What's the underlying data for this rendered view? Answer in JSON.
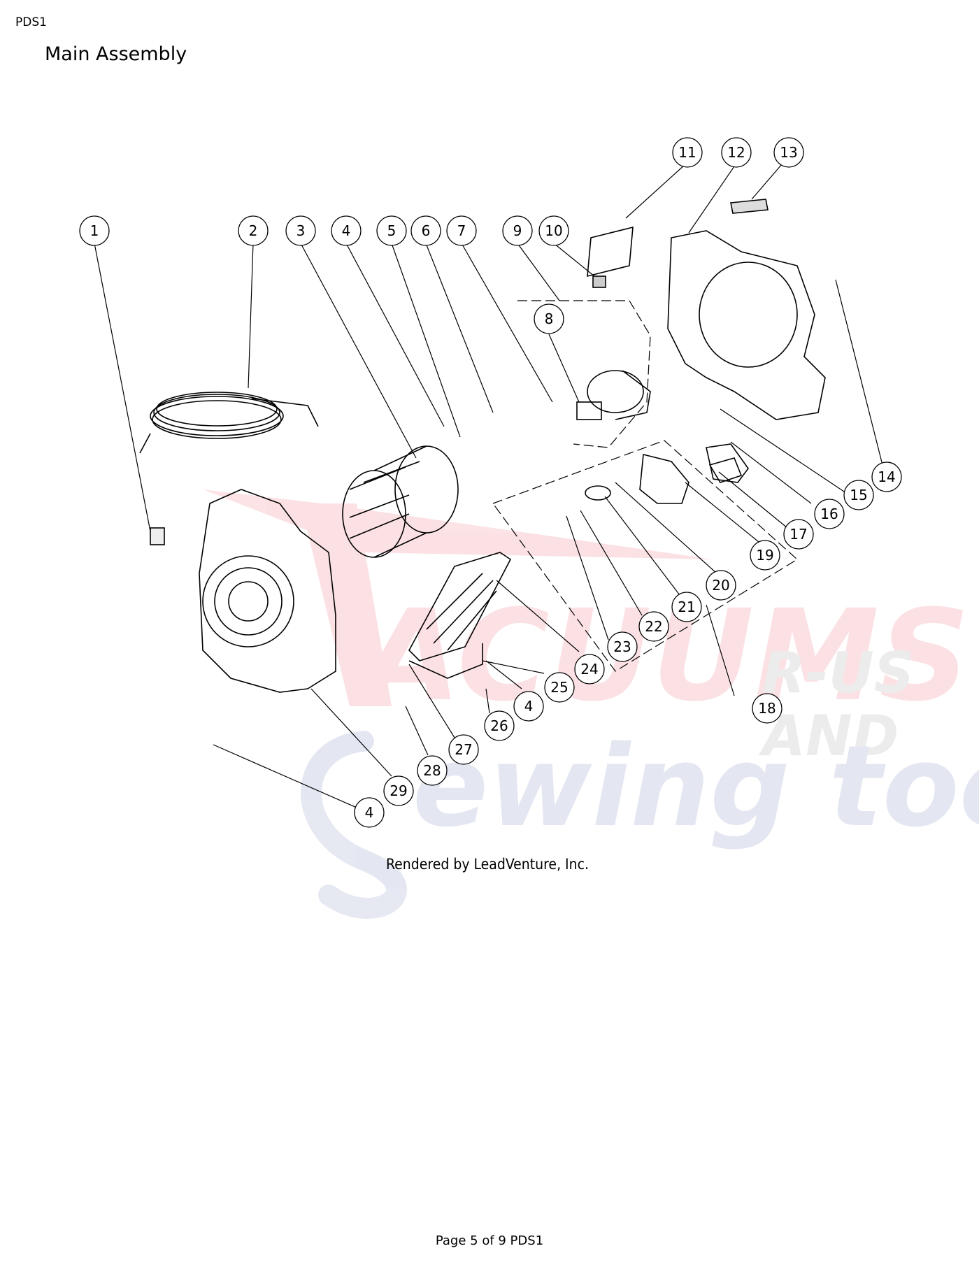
{
  "header": {
    "doc_code": "PDS1",
    "title": "Main Assembly"
  },
  "diagram": {
    "credit": "Rendered by LeadVenture, Inc.",
    "watermark": {
      "line1": "ACUUMS",
      "line2": "R-US",
      "line3": "AND",
      "script": "ewing too",
      "color_red": "#e8243a",
      "color_blue": "#3a4f9c"
    },
    "callouts": [
      "1",
      "2",
      "3",
      "4",
      "5",
      "6",
      "7",
      "9",
      "10",
      "8",
      "11",
      "12",
      "13",
      "14",
      "15",
      "16",
      "17",
      "18",
      "19",
      "20",
      "21",
      "22",
      "23",
      "24",
      "25",
      "26",
      "27",
      "28",
      "29",
      "4",
      "4"
    ]
  },
  "footer": {
    "page_text": "Page 5 of 9 PDS1"
  }
}
